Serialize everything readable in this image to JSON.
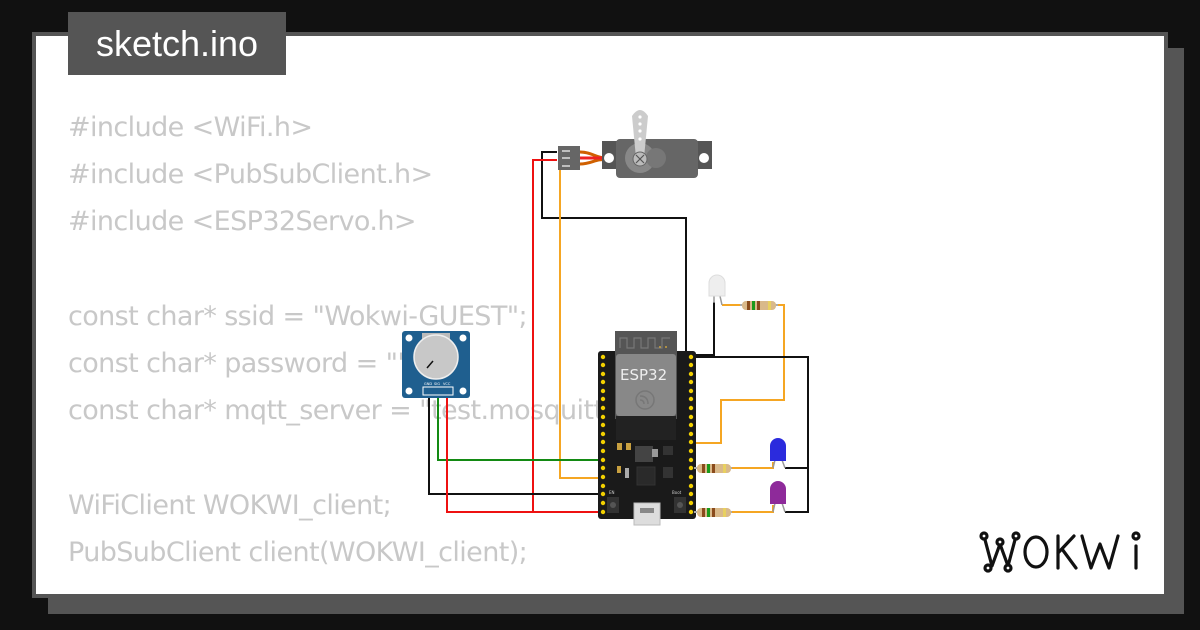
{
  "tab": {
    "filename": "sketch.ino"
  },
  "code": {
    "lines": [
      "#include <WiFi.h>",
      "#include <PubSubClient.h>",
      "#include <ESP32Servo.h>",
      "",
      "const char* ssid = \"Wokwi-GUEST\";",
      "const char* password = \"\";",
      "const char* mqtt_server = \"test.mosquitto.org\";",
      "",
      "WiFiClient WOKWI_client;",
      "PubSubClient client(WOKWI_client);"
    ]
  },
  "circuit": {
    "board_label": "ESP32",
    "components": [
      "servo",
      "potentiometer",
      "esp32-devkit",
      "led-white",
      "led-blue",
      "led-purple",
      "resistor",
      "resistor",
      "resistor"
    ],
    "pot_pins": [
      "GND",
      "SIG",
      "VCC"
    ],
    "board_buttons": [
      "EN",
      "Boot"
    ],
    "wire_colors": {
      "black": "#111111",
      "red": "#ee1111",
      "orange": "#f5a623",
      "green": "#138a13"
    },
    "led_colors": {
      "white": "#eeeeee",
      "blue": "#2b2bdd",
      "purple": "#8e2a9a"
    }
  },
  "brand": {
    "logo_text": "WOKWi"
  }
}
